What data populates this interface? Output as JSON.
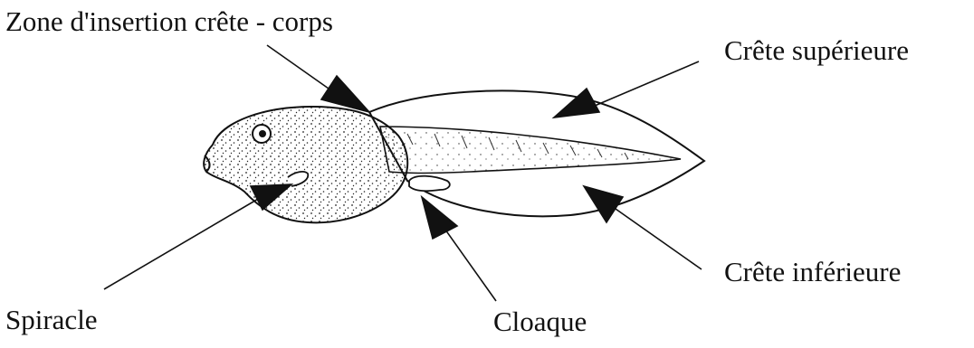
{
  "labels": {
    "zone_insertion": "Zone d'insertion crête - corps",
    "crete_superieure": "Crête supérieure",
    "crete_inferieure": "Crête inférieure",
    "spiracle": "Spiracle",
    "cloaque": "Cloaque"
  },
  "colors": {
    "ink": "#111111",
    "body_fill": "#f7f7f7",
    "background": "#ffffff"
  }
}
